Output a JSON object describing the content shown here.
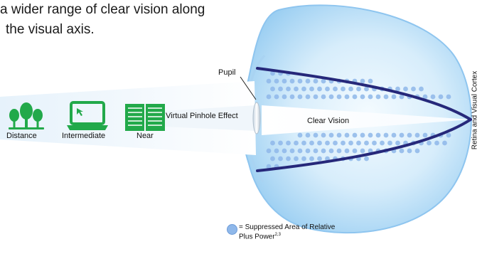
{
  "headline": {
    "line1": "a wider range of clear vision along",
    "line2": "the visual axis."
  },
  "labels": {
    "pupil": "Pupil",
    "virtual_pinhole": "Virtual Pinhole Effect",
    "clear_vision": "Clear Vision",
    "distance": "Distance",
    "intermediate": "Intermediate",
    "near": "Near",
    "side": "Retina and Visual Cortex"
  },
  "legend": {
    "text": "= Suppressed Area of Relative Plus Power",
    "superscript": "2,3"
  },
  "colors": {
    "icon_green": "#22a94a",
    "eye_blue": "#8ec5ef",
    "curve_navy": "#26287a",
    "dot_blue": "#8fb8ea"
  }
}
